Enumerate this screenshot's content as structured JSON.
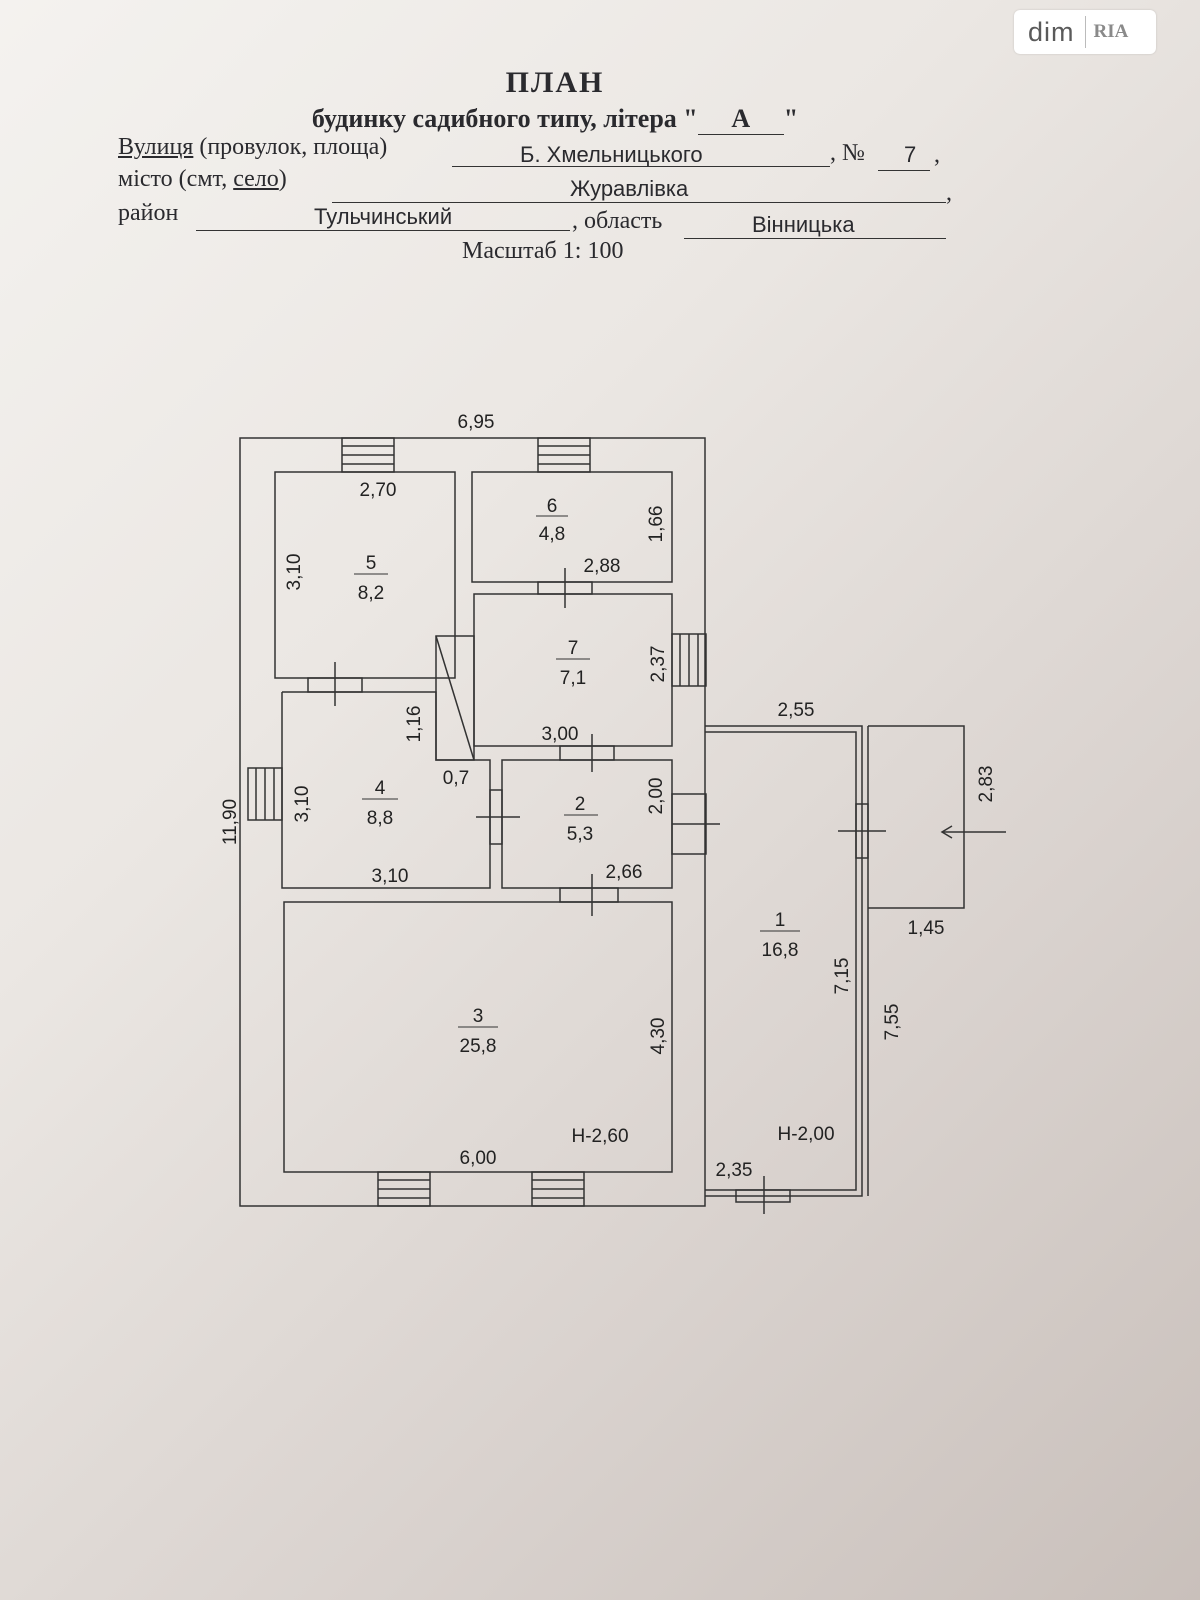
{
  "watermark": {
    "left": "dim",
    "right": "RIA"
  },
  "header": {
    "title": "ПЛАН",
    "subtitle": "будинку садибного типу, літера \"",
    "subtitle_end": "\"",
    "letter": "А",
    "street_label_u": "Вулиця",
    "street_label_rest": " (провулок, площа)",
    "street_value": "Б. Хмельницького",
    "number_label": ", №",
    "number_value": "7",
    "comma": ",",
    "city_label_a": "місто (смт, ",
    "city_label_u": "село",
    "city_label_b": ")",
    "city_value": "Журавлівка",
    "district_label": "район",
    "district_value": "Тульчинський",
    "oblast_label": ", область",
    "oblast_value": "Вінницька",
    "scale": "Масштаб 1: 100"
  },
  "plan": {
    "rooms": [
      {
        "number": "1",
        "area": "16,8"
      },
      {
        "number": "2",
        "area": "5,3"
      },
      {
        "number": "3",
        "area": "25,8"
      },
      {
        "number": "4",
        "area": "8,8"
      },
      {
        "number": "5",
        "area": "8,2"
      },
      {
        "number": "6",
        "area": "4,8"
      },
      {
        "number": "7",
        "area": "7,1"
      }
    ],
    "dimensions": {
      "top_width": "6,95",
      "total_height": "11,90",
      "r5_width": "2,70",
      "r5_height": "3,10",
      "r6_height": "1,66",
      "r6_width": "2,88",
      "r7_height": "2,37",
      "r7_width": "3,00",
      "corridor_width": "1,16",
      "corridor_depth": "0,7",
      "r4_height": "3,10",
      "r4_width": "3,10",
      "r2_height": "2,00",
      "r2_width": "2,66",
      "r3_height": "4,30",
      "r3_width": "6,00",
      "ceiling_main": "Н-2,60",
      "ext_top": "2,55",
      "ext_right": "2,83",
      "ext_bottom": "1,45",
      "r1_inner": "7,15",
      "r1_outer": "7,55",
      "ceiling_ext": "Н-2,00",
      "ext_bottom_left": "2,35"
    }
  }
}
